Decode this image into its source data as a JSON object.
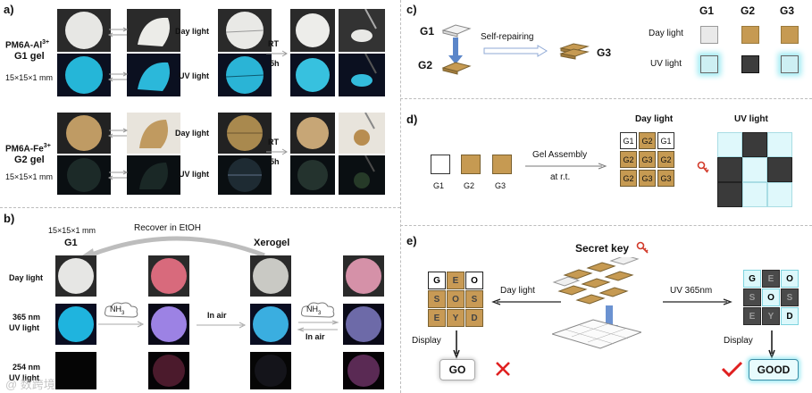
{
  "panels": {
    "a": "a)",
    "b": "b)",
    "c": "c)",
    "d": "d)",
    "e": "e)"
  },
  "a": {
    "g1_name": "PM6A-Al",
    "g1_sup": "3+",
    "g1_gel": "G1 gel",
    "g1_size": "15×15×1 mm",
    "g2_name": "PM6A-Fe",
    "g2_sup": "3+",
    "g2_gel": "G2 gel",
    "g2_size": "15×15×1 mm",
    "day_light": "Day light",
    "uv_light": "UV light",
    "rt": "RT",
    "time": "5h"
  },
  "b": {
    "size": "15×15×1 mm",
    "g1": "G1",
    "recover": "Recover in EtOH",
    "xerogel": "Xerogel",
    "row_day": "Day light",
    "row_365a": "365 nm",
    "row_365b": "UV light",
    "row_254a": "254 nm",
    "row_254b": "UV light",
    "nh3": "NH",
    "nh3_sub": "3",
    "in_air": "In air"
  },
  "c": {
    "g1": "G1",
    "g2": "G2",
    "g3": "G3",
    "self_repair": "Self-repairing",
    "col_g1": "G1",
    "col_g2": "G2",
    "col_g3": "G3",
    "day_light": "Day light",
    "uv_light": "UV light"
  },
  "d": {
    "day_light": "Day light",
    "uv_light": "UV light",
    "gel_assembly": "Gel Assembly",
    "at_rt": "at r.t.",
    "g1": "G1",
    "g2": "G2",
    "g3": "G3",
    "grid": [
      "G1",
      "G2",
      "G1",
      "G2",
      "G3",
      "G2",
      "G2",
      "G3",
      "G3"
    ]
  },
  "e": {
    "secret_key": "Secret key",
    "day_light": "Day light",
    "uv": "UV 365nm",
    "display": "Display",
    "result_day": "GO",
    "result_uv": "GOOD",
    "letters": [
      "G",
      "E",
      "O",
      "S",
      "O",
      "S",
      "E",
      "Y",
      "D"
    ]
  },
  "watermark": "@ 数跨境",
  "colors": {
    "tan": "#c69a52",
    "uv_light": "#dff8fb",
    "uv_dark": "#3a3a3a",
    "cross": "#e02020",
    "check": "#e02020"
  }
}
